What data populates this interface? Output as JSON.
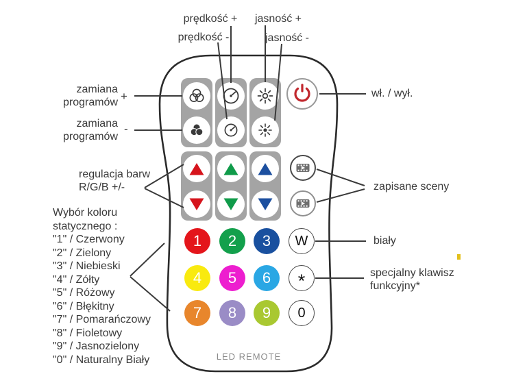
{
  "remote": {
    "name_text": "LED REMOTE"
  },
  "colors": {
    "pad_gray": "#a4a4a4",
    "outline": "#2b2b2b",
    "power_red": "#c1272d",
    "triangle_red": "#d6141c",
    "triangle_green": "#109b4a",
    "triangle_blue": "#1c4f9f",
    "scene_icon_gray": "#6e6e6e",
    "icon_dark": "#3a3a3a",
    "artifact_yellow": "#e3c01b"
  },
  "icons": {
    "program_plus": "rgb-circles-outline-icon",
    "program_minus": "rgb-circles-filled-icon",
    "speed": "speedometer-icon",
    "brightness": "sun-icon",
    "power": "power-icon",
    "scene": "film-play-icon",
    "up": "triangle-up-icon",
    "down": "triangle-down-icon"
  },
  "callouts": {
    "speed_plus": "prędkość +",
    "speed_minus": "prędkość -",
    "brightness_plus": "jasność +",
    "brightness_minus": "jasność -",
    "program_plus_line1": "zamiana",
    "program_plus_line2": "programów",
    "program_plus_sign": "+",
    "program_minus_line1": "zamiana",
    "program_minus_line2": "programów",
    "program_minus_sign": "-",
    "rgb_line1": "regulacja barw",
    "rgb_line2": "R/G/B +/-",
    "power": "wł. / wył.",
    "scenes": "zapisane sceny",
    "white": "biały",
    "special_line1": "specjalny klawisz",
    "special_line2": "funkcyjny*"
  },
  "color_list": {
    "heading_line1": "Wybór koloru",
    "heading_line2": "statycznego :",
    "items": [
      "\"1\" / Czerwony",
      "\"2\" / Zielony",
      "\"3\" / Niebieski",
      "\"4\" / Zółty",
      "\"5\" / Różowy",
      "\"6\" / Błękitny",
      "\"7\" / Pomarańczowy",
      "\"8\" / Fioletowy",
      "\"9\" / Jasnozielony",
      "\"0\" / Naturalny Biały"
    ]
  },
  "keypad": {
    "digits": [
      {
        "label": "1",
        "color": "#e4151b"
      },
      {
        "label": "2",
        "color": "#13a04c"
      },
      {
        "label": "3",
        "color": "#19509f"
      },
      {
        "label": "4",
        "color": "#f9ea0f"
      },
      {
        "label": "5",
        "color": "#ed1ecf"
      },
      {
        "label": "6",
        "color": "#2aa7e4"
      },
      {
        "label": "7",
        "color": "#e8862c"
      },
      {
        "label": "8",
        "color": "#9a8cc6"
      },
      {
        "label": "9",
        "color": "#a9c831"
      }
    ],
    "function_keys": [
      {
        "label": "W"
      },
      {
        "label": "*"
      },
      {
        "label": "0"
      }
    ]
  }
}
